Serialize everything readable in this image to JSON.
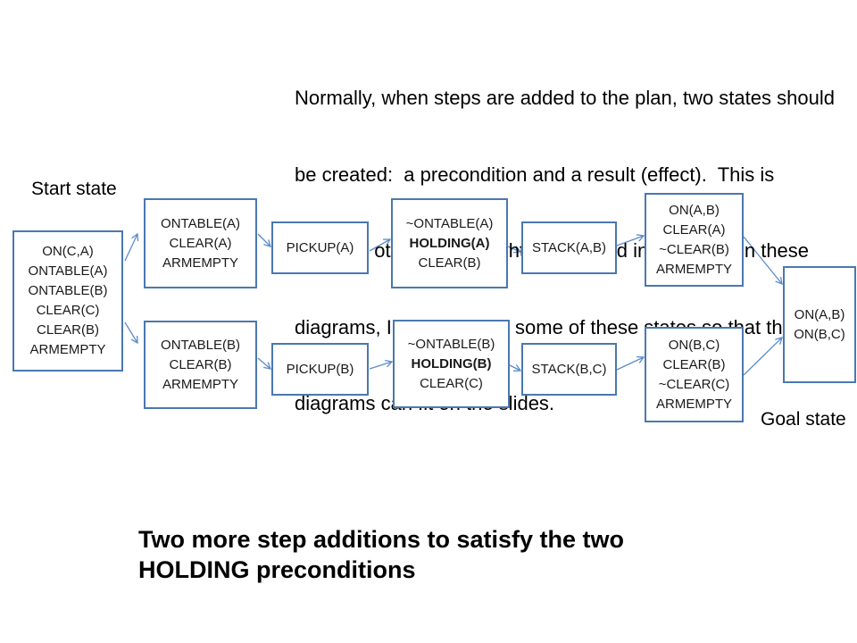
{
  "slide": {
    "note_lines": [
      "Normally, when steps are added to the plan, two states should",
      "be created:  a precondition and a result (effect).  This is",
      "because other steps might be inserted inbetween.  In these",
      "diagrams, I have omitted some of these states so that the",
      "diagrams can fit on the slides."
    ],
    "start_label": "Start state",
    "goal_label": "Goal state",
    "headline_lines": [
      "Two more step additions to satisfy the two",
      "HOLDING preconditions"
    ]
  },
  "nodes": {
    "start": {
      "lines": [
        "ON(C,A)",
        "ONTABLE(A)",
        "ONTABLE(B)",
        "CLEAR(C)",
        "CLEAR(B)",
        "ARMEMPTY"
      ]
    },
    "pre_a": {
      "lines": [
        "ONTABLE(A)",
        "CLEAR(A)",
        "ARMEMPTY"
      ]
    },
    "pre_b": {
      "lines": [
        "ONTABLE(B)",
        "CLEAR(B)",
        "ARMEMPTY"
      ]
    },
    "pickup_a": {
      "label": "PICKUP(A)"
    },
    "pickup_b": {
      "label": "PICKUP(B)"
    },
    "holding_a": {
      "lines": [
        "~ONTABLE(A)",
        "HOLDING(A)",
        "CLEAR(B)"
      ]
    },
    "holding_b": {
      "lines": [
        "~ONTABLE(B)",
        "HOLDING(B)",
        "CLEAR(C)"
      ]
    },
    "stack_ab": {
      "label": "STACK(A,B)"
    },
    "stack_bc": {
      "label": "STACK(B,C)"
    },
    "on_ab": {
      "lines": [
        "ON(A,B)",
        "CLEAR(A)",
        "~CLEAR(B)",
        "ARMEMPTY"
      ]
    },
    "on_bc": {
      "lines": [
        "ON(B,C)",
        "CLEAR(B)",
        "~CLEAR(C)",
        "ARMEMPTY"
      ]
    },
    "goal": {
      "lines": [
        "ON(A,B)",
        "ON(B,C)"
      ]
    }
  },
  "colors": {
    "background": "#ffffff",
    "box_border": "#4a78b0",
    "arrow": "#5b8ccb",
    "text": "#000000"
  }
}
